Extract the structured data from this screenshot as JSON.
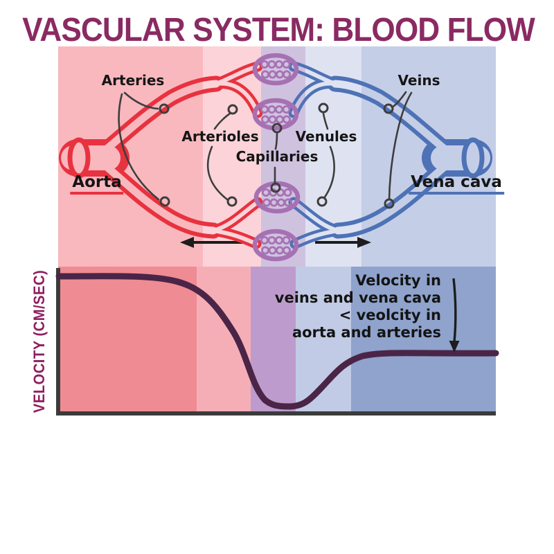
{
  "title": "VASCULAR SYSTEM: BLOOD FLOW",
  "diagram": {
    "labels": {
      "arteries": "Arteries",
      "veins": "Veins",
      "arterioles": "Arterioles",
      "venules": "Venules",
      "capillaries": "Capillaries",
      "aorta": "Aorta",
      "vena_cava": "Vena cava"
    },
    "capillary_bed_count": 4,
    "flow_arrows": [
      "left",
      "right"
    ]
  },
  "graph": {
    "ylabel": "VELOCITY (CM/SEC)",
    "annotation_lines": [
      "Velocity in",
      "veins and vena cava",
      "< veolcity in",
      "aorta and arteries"
    ],
    "annotation_arrow": "down"
  },
  "chart_data": {
    "type": "line",
    "title": "",
    "xlabel": "",
    "ylabel": "VELOCITY (CM/SEC)",
    "x_categories": [
      "Aorta",
      "Arteries",
      "Arterioles",
      "Capillaries",
      "Venules",
      "Veins",
      "Vena cava"
    ],
    "relative_velocity_percent": [
      93,
      88,
      45,
      5,
      17,
      40,
      40
    ],
    "axis_tick_labels_shown": false,
    "grid": false,
    "legend": false,
    "note": "Velocity is highest in aorta/arteries, minimal in capillaries, intermediate plateau in veins/vena cava"
  },
  "theme": {
    "title": "#8a2a62",
    "ylabel": "#8e2060",
    "artery": "#e8323f",
    "vein": "#4e72b6",
    "capillary": "#a671b3",
    "curve": "#4a2547",
    "axis": "#3b3b3b",
    "leader": "#3d3d3d",
    "ink": "#1d1d1d",
    "d_band1": "#f8b8be",
    "d_band2": "#fbd3d8",
    "d_band3": "#cfc2df",
    "d_band4": "#dfe3f1",
    "d_band5": "#c5cee7",
    "g_band1": "#ef8b93",
    "g_band2": "#f6aeb6",
    "g_band3": "#bd9ccd",
    "g_band4": "#c2cbe5",
    "g_band5": "#8fa3cc"
  }
}
